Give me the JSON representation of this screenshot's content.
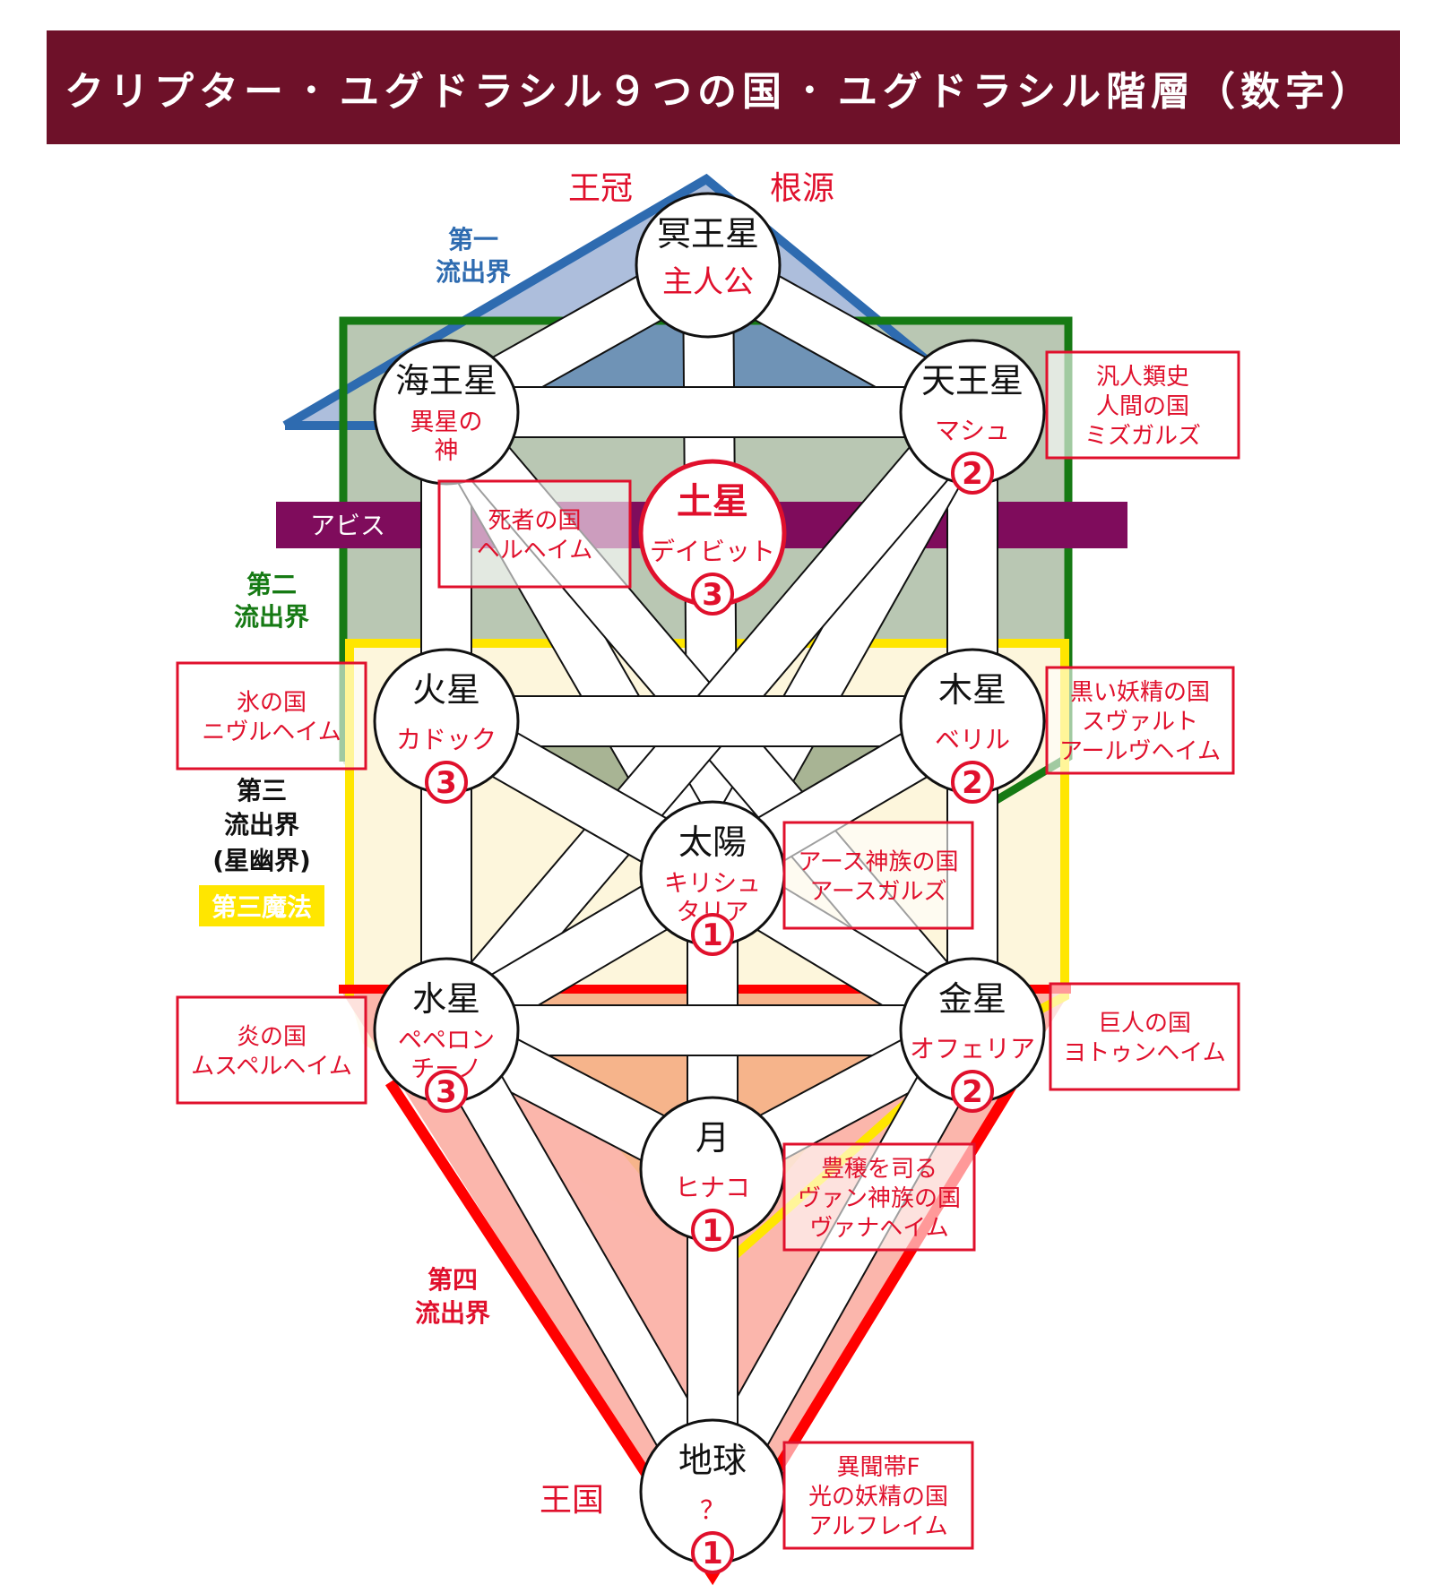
{
  "header": {
    "item1": "クリプター",
    "sep1": "・",
    "item2": "ユグドラシル９つの国",
    "sep2": "・",
    "item3": "ユグドラシル階層（数字）"
  },
  "labels": {
    "crown": "王冠",
    "origin": "根源",
    "kingdom": "王国",
    "abyss": "アビス",
    "world1": [
      "第一",
      "流出界"
    ],
    "world2": [
      "第二",
      "流出界"
    ],
    "world3": [
      "第三",
      "流出界",
      "(星幽界)"
    ],
    "third_magic": "第三魔法",
    "world4": [
      "第四",
      "流出界"
    ]
  },
  "nodes": {
    "pluto": {
      "planet": "冥王星",
      "person": [
        "主人公"
      ]
    },
    "neptune": {
      "planet": "海王星",
      "person": [
        "異星の",
        "神"
      ]
    },
    "uranus": {
      "planet": "天王星",
      "person": [
        "マシュ"
      ],
      "num": "2"
    },
    "saturn": {
      "planet": "土星",
      "person": [
        "デイビット"
      ],
      "num": "3"
    },
    "mars": {
      "planet": "火星",
      "person": [
        "カドック"
      ],
      "num": "3"
    },
    "jupiter": {
      "planet": "木星",
      "person": [
        "ベリル"
      ],
      "num": "2"
    },
    "sun": {
      "planet": "太陽",
      "person": [
        "キリシュ",
        "タリア"
      ],
      "num": "1"
    },
    "mercury": {
      "planet": "水星",
      "person": [
        "ペペロン",
        "チーノ"
      ],
      "num": "3"
    },
    "venus": {
      "planet": "金星",
      "person": [
        "オフェリア"
      ],
      "num": "2"
    },
    "moon": {
      "planet": "月",
      "person": [
        "ヒナコ"
      ],
      "num": "1"
    },
    "earth": {
      "planet": "地球",
      "person": [
        "？"
      ],
      "num": "1"
    }
  },
  "realms": {
    "uranus": [
      "汎人類史",
      "人間の国",
      "ミズガルズ"
    ],
    "saturn": [
      "死者の国",
      "ヘルヘイム"
    ],
    "mars": [
      "氷の国",
      "ニヴルヘイム"
    ],
    "jupiter": [
      "黒い妖精の国",
      "スヴァルト",
      "アールヴヘイム"
    ],
    "sun": [
      "アース神族の国",
      "アースガルズ"
    ],
    "mercury": [
      "炎の国",
      "ムスペルヘイム"
    ],
    "venus": [
      "巨人の国",
      "ヨトゥンヘイム"
    ],
    "moon": [
      "豊穣を司る",
      "ヴァン神族の国",
      "ヴァナヘイム"
    ],
    "earth": [
      "異聞帯F",
      "光の妖精の国",
      "アルフレイム"
    ]
  },
  "colors": {
    "header_bg": "#6e1129",
    "accent_red": "#e0102c",
    "blue": "#2e6bb0",
    "green": "#167a14",
    "yellow": "#ffe600",
    "abyss": "#7f0c5c"
  }
}
